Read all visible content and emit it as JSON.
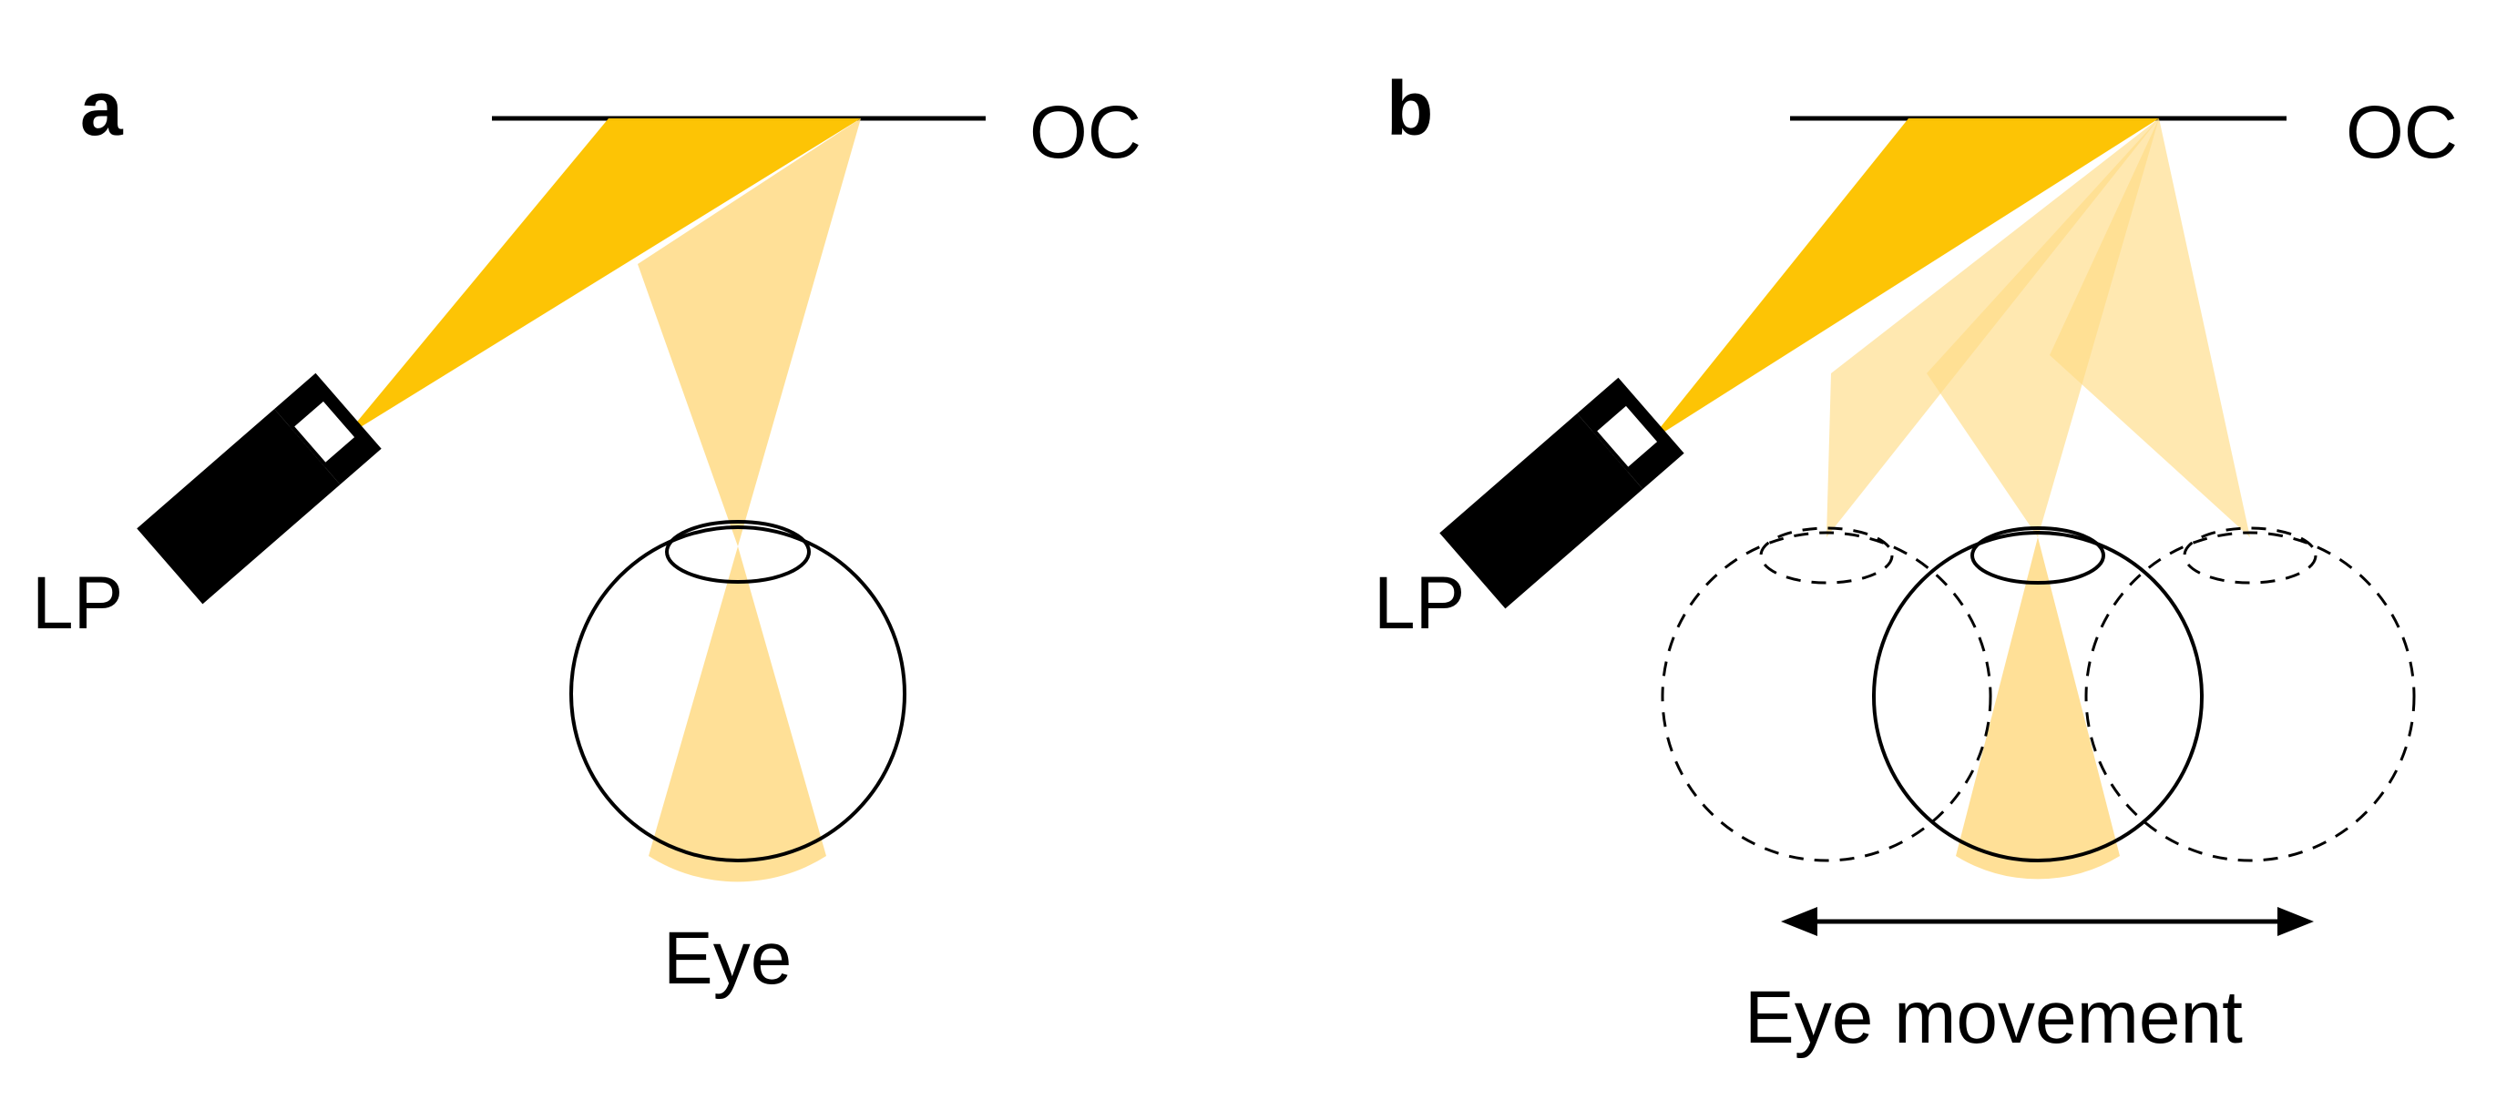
{
  "panels": [
    {
      "letter": "a",
      "screen_label": "OC",
      "projector_label": "LP",
      "eye_label": "Eye"
    },
    {
      "letter": "b",
      "screen_label": "OC",
      "projector_label": "LP",
      "movement_label": "Eye movement"
    }
  ],
  "colors": {
    "beam_strong": "#FDC300",
    "beam_light": "#FFE7A3",
    "beam_fill_eye": "#FFDB85",
    "outline": "#000000",
    "background": "#FFFFFF"
  }
}
